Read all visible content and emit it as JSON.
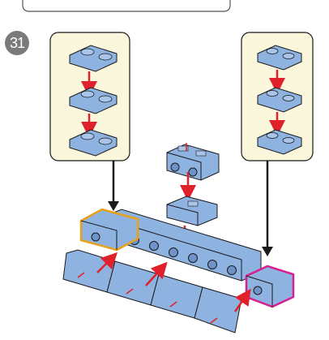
{
  "step": {
    "number": "31"
  },
  "colors": {
    "brick_blue": "#8fb3e0",
    "brick_blue_dark": "#6d93c8",
    "outline": "#1a1a1a",
    "callout_bg": "#fbf7dc",
    "arrow_red": "#e0202a",
    "highlight_orange": "#e8a21a",
    "highlight_magenta": "#d6208f",
    "badge_gray": "#7a7a7a"
  },
  "icons": [
    "step-number-badge",
    "callout-panel",
    "plate-1x2-with-clip",
    "brick-1x2-technic-hole",
    "tile-slope",
    "down-arrow",
    "pointer-arrow"
  ]
}
